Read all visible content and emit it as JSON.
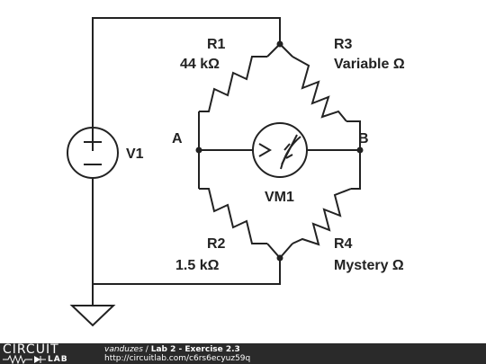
{
  "schematic": {
    "source": {
      "ref": "V1"
    },
    "resistors": {
      "r1": {
        "ref": "R1",
        "value": "44 kΩ"
      },
      "r2": {
        "ref": "R2",
        "value": "1.5 kΩ"
      },
      "r3": {
        "ref": "R3",
        "value": "Variable Ω"
      },
      "r4": {
        "ref": "R4",
        "value": "Mystery Ω"
      }
    },
    "nodes": {
      "a": "A",
      "b": "B"
    },
    "meter": {
      "ref": "VM1"
    }
  },
  "footer": {
    "logo_top": "CIRCUIT",
    "logo_bottom": "LAB",
    "author": "vanduzes",
    "separator": "/",
    "title": "Lab 2 - Exercise 2.3",
    "url": "http://circuitlab.com/c6rs6ecyuz59q"
  }
}
